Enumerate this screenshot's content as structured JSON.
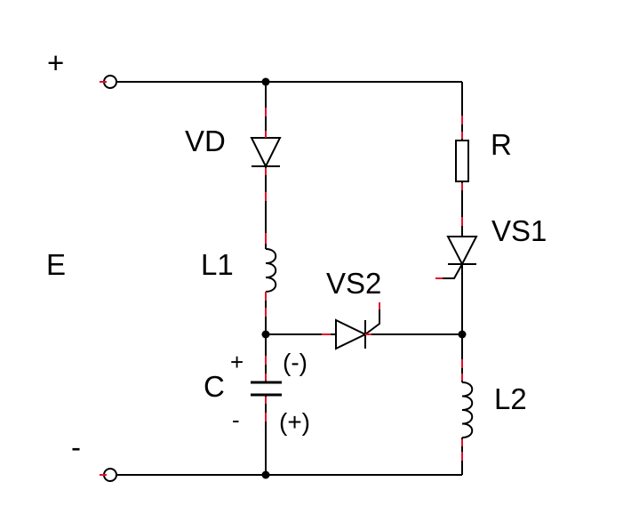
{
  "terminals": {
    "plus": "+",
    "minus": "-"
  },
  "source": "E",
  "components": {
    "vd": "VD",
    "l1": "L1",
    "vs2": "VS2",
    "c": "C",
    "r": "R",
    "vs1": "VS1",
    "l2": "L2"
  },
  "capacitor_polarity": {
    "plus": "+",
    "minus": "-",
    "plus_reversed": "(-)",
    "minus_reversed": "(+)"
  },
  "colors": {
    "wire": "#000000",
    "marker": "#e0112b"
  }
}
